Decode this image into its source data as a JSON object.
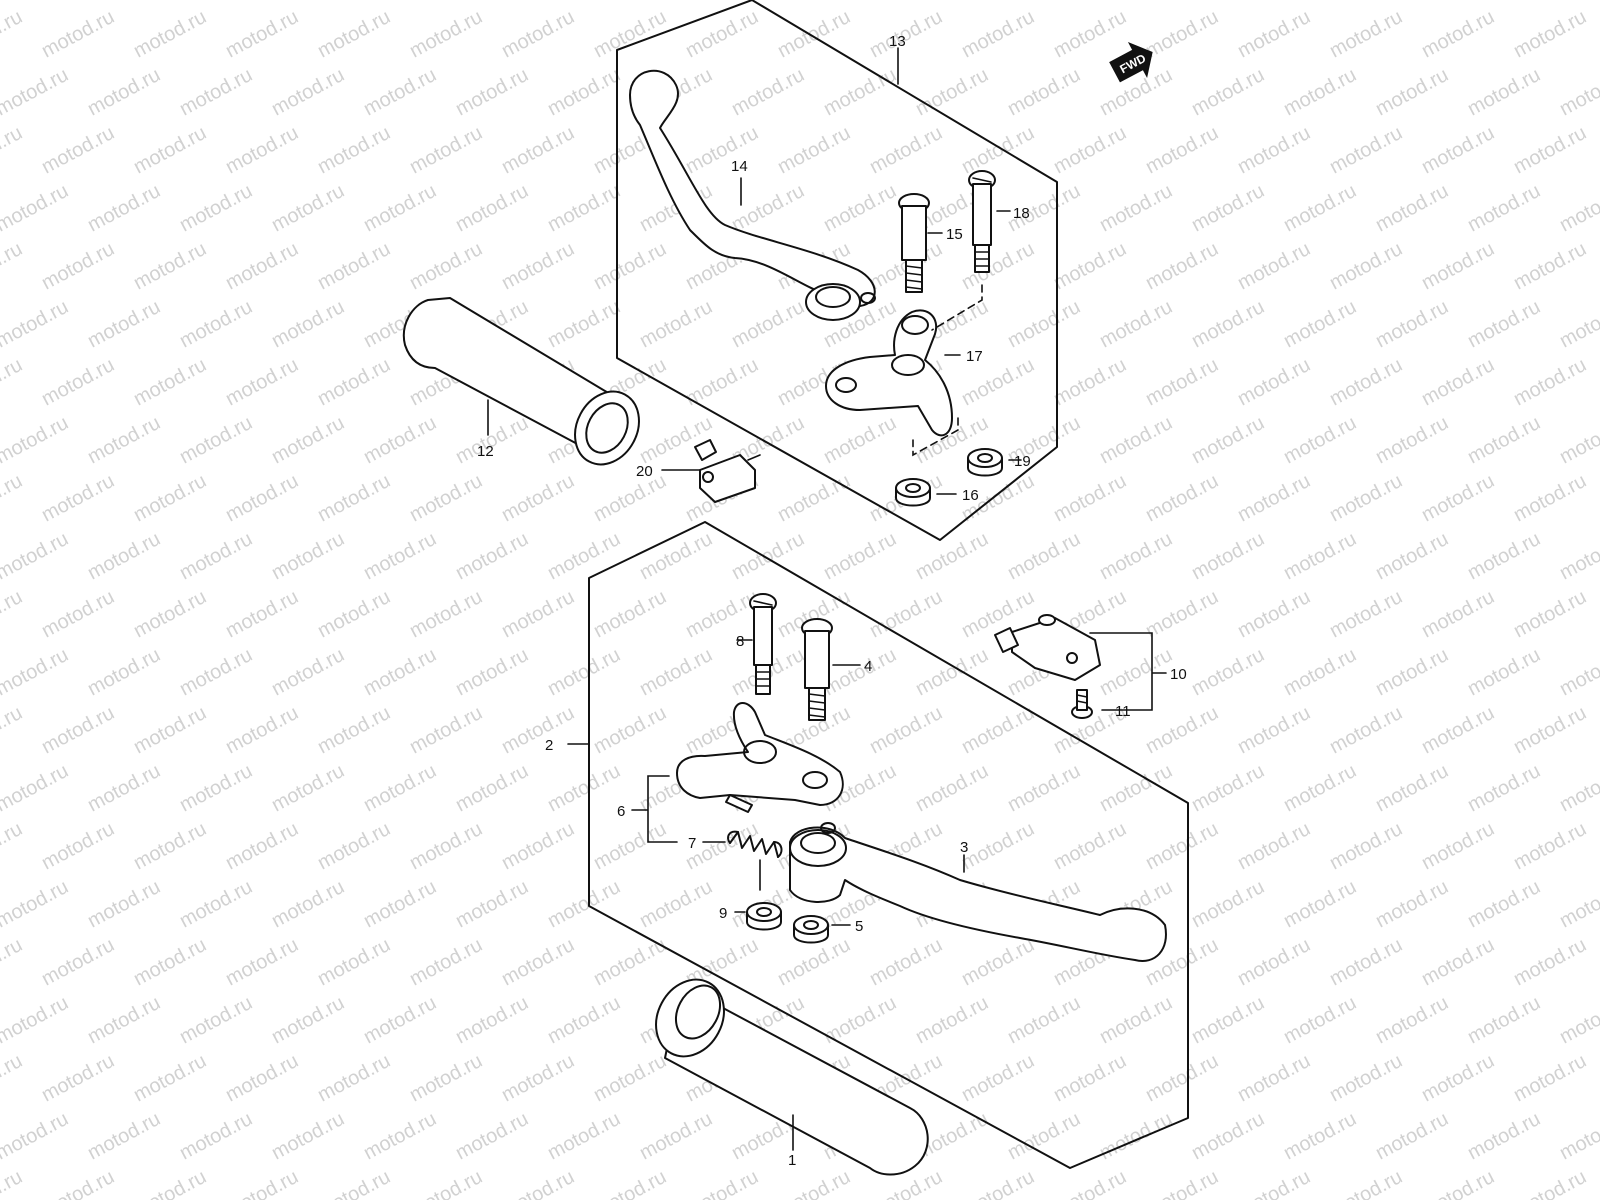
{
  "diagram": {
    "watermark": "motod.ru",
    "fwd_label": "FWD",
    "parts": {
      "p1": "1",
      "p2": "2",
      "p3": "3",
      "p4": "4",
      "p5": "5",
      "p6": "6",
      "p7": "7",
      "p8": "8",
      "p9": "9",
      "p10": "10",
      "p11": "11",
      "p12": "12",
      "p13": "13",
      "p14": "14",
      "p15": "15",
      "p16": "16",
      "p17": "17",
      "p18": "18",
      "p19": "19",
      "p20": "20"
    }
  }
}
